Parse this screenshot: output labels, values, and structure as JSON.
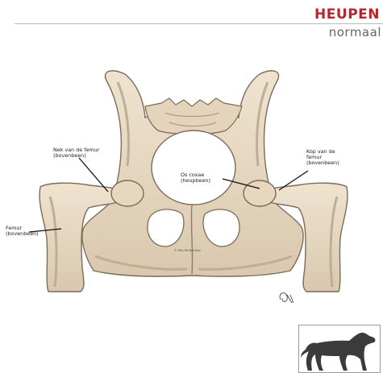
{
  "header": {
    "title": "HEUPEN",
    "subtitle": "normaal"
  },
  "labels": {
    "neck_line1": "Nek van de femur",
    "neck_line2": "(bovenbeen)",
    "head_line1": "Kop van de",
    "head_line2": "femur",
    "head_line3": "(bovenbeen)",
    "coxae_line1": "Os coxae",
    "coxae_line2": "(heupbeen)",
    "femur_line1": "Femur",
    "femur_line2": "(bovenbeen)"
  },
  "credit": "© Hill's Pet Nutrition",
  "colors": {
    "title": "#b3262d",
    "bone": "#e9dcc8",
    "bone_shadow": "#bfae96",
    "outline": "#7b6b58",
    "dog": "#3d3a3a"
  },
  "icons": {
    "signature": "artist-signature-icon",
    "dog": "dog-silhouette-icon"
  }
}
